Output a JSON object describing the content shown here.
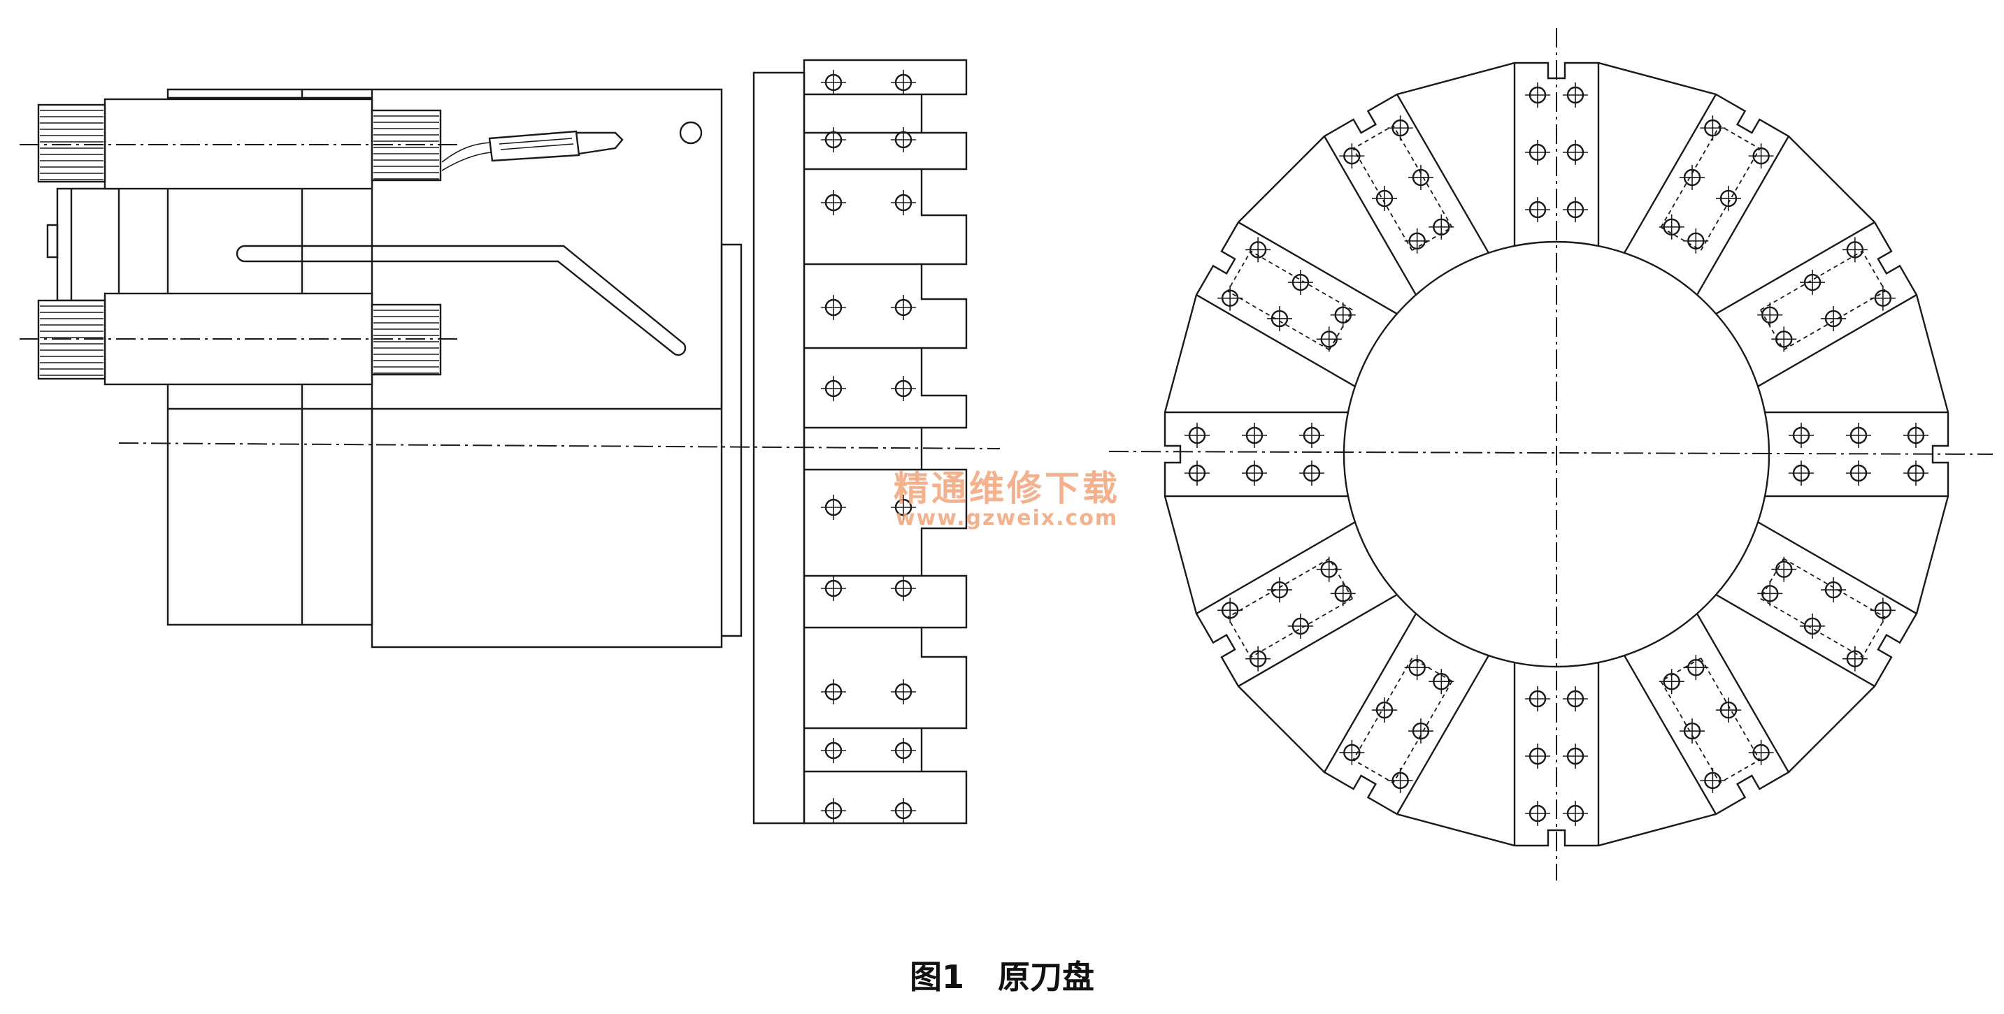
{
  "figure": {
    "caption_number": "图1",
    "caption_title": "原刀盘"
  },
  "watermark": {
    "chinese": "精通维修下载",
    "url": "www.gzweix.com"
  },
  "colors": {
    "line": "#1a1a1a",
    "watermark": "#f1a47a",
    "background": "#ffffff"
  },
  "side_view": {
    "tool_slots_on_disc": 9
  },
  "front_view": {
    "tool_stations": 12,
    "stations_with_axial_bolt_rows": 4
  }
}
